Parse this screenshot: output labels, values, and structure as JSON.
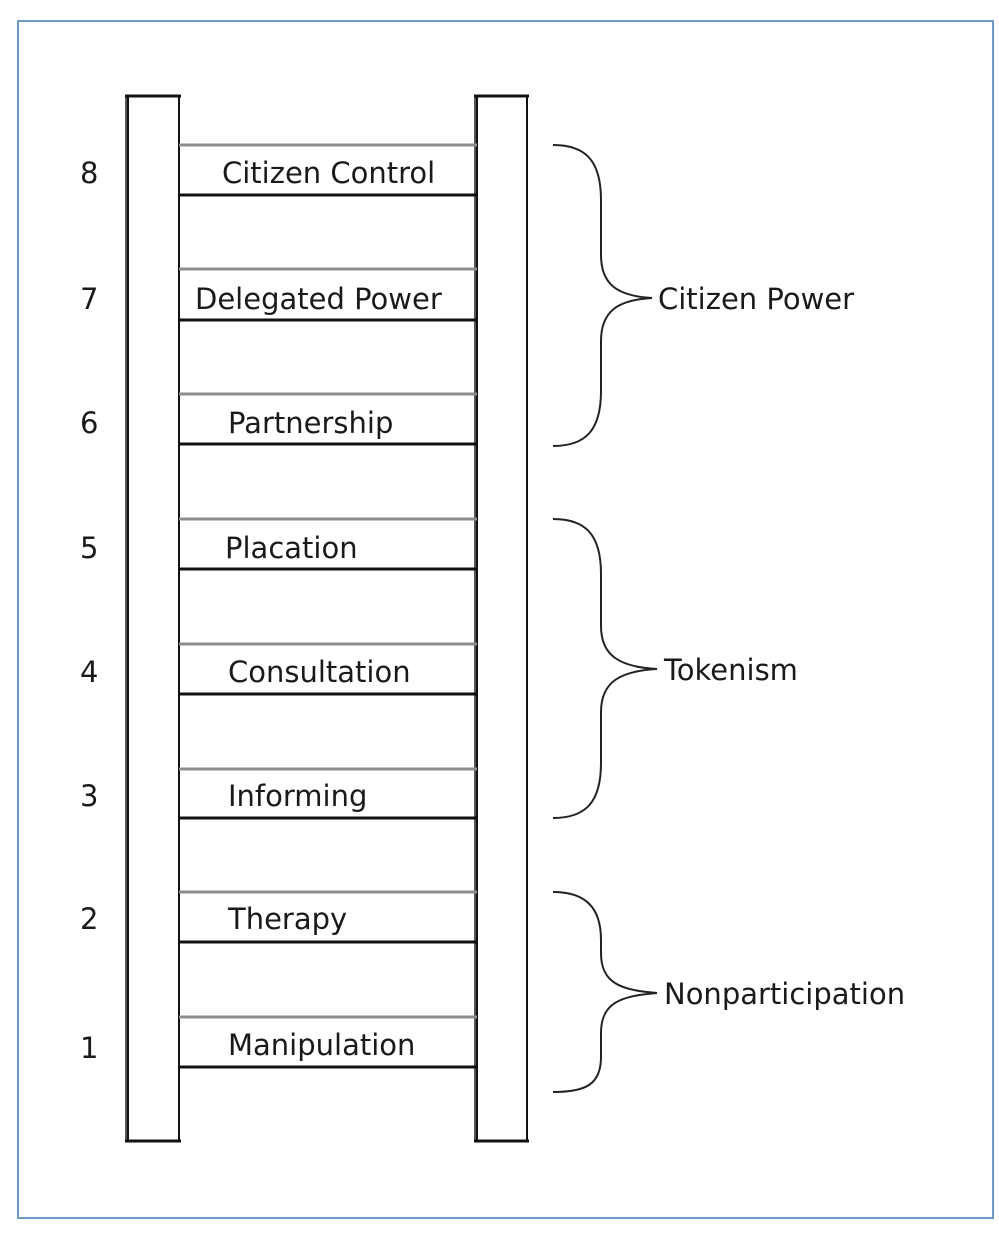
{
  "diagram": {
    "rungs": [
      {
        "number": "8",
        "label": "Citizen Control"
      },
      {
        "number": "7",
        "label": "Delegated Power"
      },
      {
        "number": "6",
        "label": "Partnership"
      },
      {
        "number": "5",
        "label": "Placation"
      },
      {
        "number": "4",
        "label": "Consultation"
      },
      {
        "number": "3",
        "label": "Informing"
      },
      {
        "number": "2",
        "label": "Therapy"
      },
      {
        "number": "1",
        "label": "Manipulation"
      }
    ],
    "groups": [
      {
        "label": "Citizen Power",
        "rungs": [
          "8",
          "7",
          "6"
        ]
      },
      {
        "label": "Tokenism",
        "rungs": [
          "5",
          "4",
          "3"
        ]
      },
      {
        "label": "Nonparticipation",
        "rungs": [
          "2",
          "1"
        ]
      }
    ],
    "colors": {
      "frame": "#6f9ac6",
      "rung_top": "#8c8c8c",
      "rung_bottom": "#111111",
      "rail": "#111111"
    }
  }
}
